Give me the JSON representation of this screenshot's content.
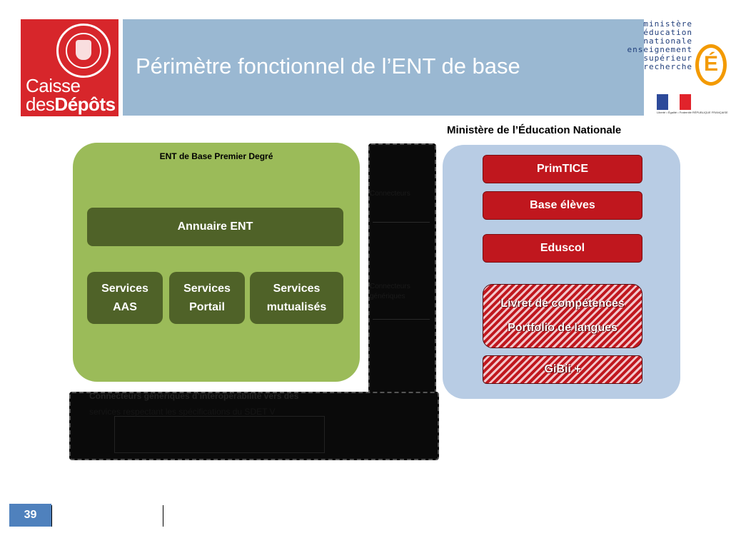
{
  "header": {
    "logo_left": {
      "line1": "Caisse",
      "line2_prefix": "des",
      "line2_bold": "Dépôts"
    },
    "title": "Périmètre fonctionnel de l’ENT de base",
    "logo_right": {
      "words": [
        "ministère",
        "éducation",
        "nationale",
        "enseignement",
        "supérieur",
        "recherche"
      ],
      "emblem": "É",
      "republic_caption": "Liberté • Égalité • Fraternité RÉPUBLIQUE FRANÇAISE"
    }
  },
  "left_box": {
    "title": "ENT de Base Premier Degré",
    "annuaire": "Annuaire ENT",
    "services": [
      {
        "line1": "Services",
        "line2": "AAS"
      },
      {
        "line1": "Services",
        "line2": "Portail"
      },
      {
        "line1": "Services",
        "line2": "mutualisés"
      }
    ]
  },
  "connectors": {
    "label_upper": "Connecteurs",
    "label_middle_1": "Connecteurs",
    "label_middle_2": "génériques",
    "bottom_line1": "Connecteurs génériques d’interopérabilité vers des",
    "bottom_line2": "services respectant les spécifications du SDET V"
  },
  "right_box": {
    "ministry_label": "Ministère de l’Éducation Nationale",
    "items": [
      {
        "label": "PrimTICE",
        "style": "solid"
      },
      {
        "label": "Base élèves",
        "style": "solid"
      },
      {
        "label": "Eduscol",
        "style": "solid"
      }
    ],
    "hatched_multi": [
      "Livret de compétences",
      "Portfolio de langues"
    ],
    "hatched_single": "GiBii +"
  },
  "footer": {
    "page_number": "39"
  },
  "colors": {
    "cdc_red": "#d7262b",
    "title_band": "#9ab8d2",
    "green_box": "#9bbb59",
    "dark_green": "#4f6228",
    "blue_box": "#b8cce4",
    "red_button": "#c0171e",
    "page_badge": "#4f81bd"
  }
}
